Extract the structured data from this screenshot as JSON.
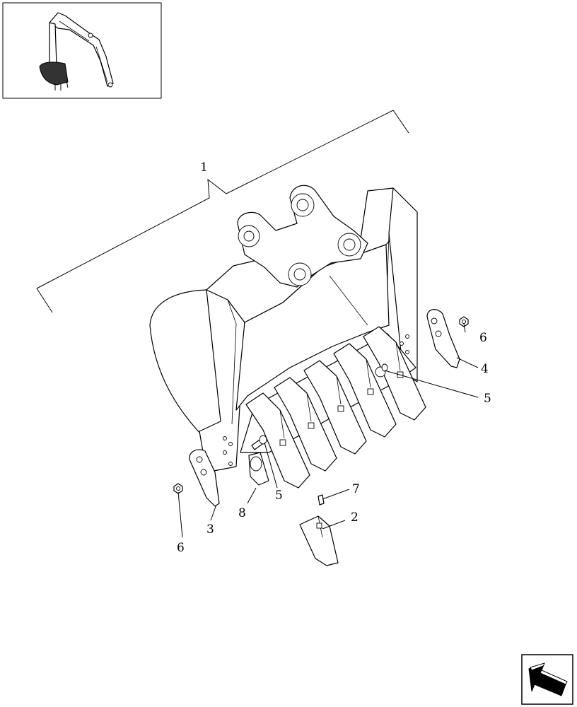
{
  "thumbnail": {
    "name": "excavator-overview"
  },
  "callouts": [
    {
      "id": "c1",
      "text": "1"
    },
    {
      "id": "c2",
      "text": "2"
    },
    {
      "id": "c3",
      "text": "3"
    },
    {
      "id": "c4",
      "text": "4"
    },
    {
      "id": "c5a",
      "text": "5"
    },
    {
      "id": "c5b",
      "text": "5"
    },
    {
      "id": "c6a",
      "text": "6"
    },
    {
      "id": "c6b",
      "text": "6"
    },
    {
      "id": "c7",
      "text": "7"
    },
    {
      "id": "c8",
      "text": "8"
    }
  ],
  "nav": {
    "icon": "return-arrow-icon"
  }
}
